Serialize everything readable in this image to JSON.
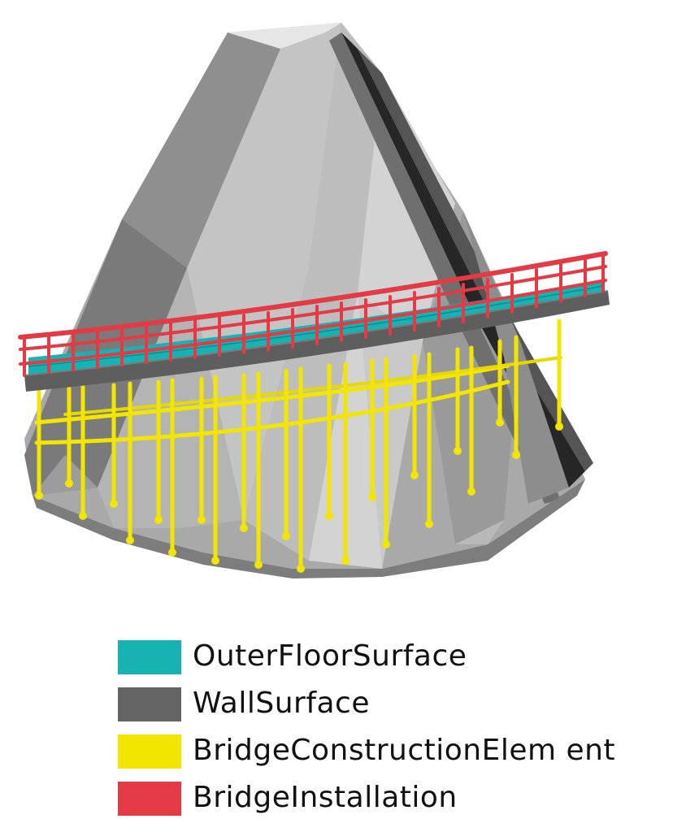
{
  "colors": {
    "outer_floor": "#17b3b3",
    "wall": "#646464",
    "bridge_construction": "#f2e600",
    "bridge_installation": "#e33a45",
    "rock_light": "#d4d4d4",
    "rock_mid": "#a9a9a9",
    "rock_dark": "#6f6f6f",
    "rock_black": "#262626"
  },
  "legend": {
    "items": [
      {
        "label": "OuterFloorSurface",
        "color": "#17b3b3"
      },
      {
        "label": "WallSurface",
        "color": "#646464"
      },
      {
        "label": "BridgeConstructionElem ent",
        "color": "#f2e600"
      },
      {
        "label": "BridgeInstallation",
        "color": "#e33a45"
      }
    ]
  }
}
